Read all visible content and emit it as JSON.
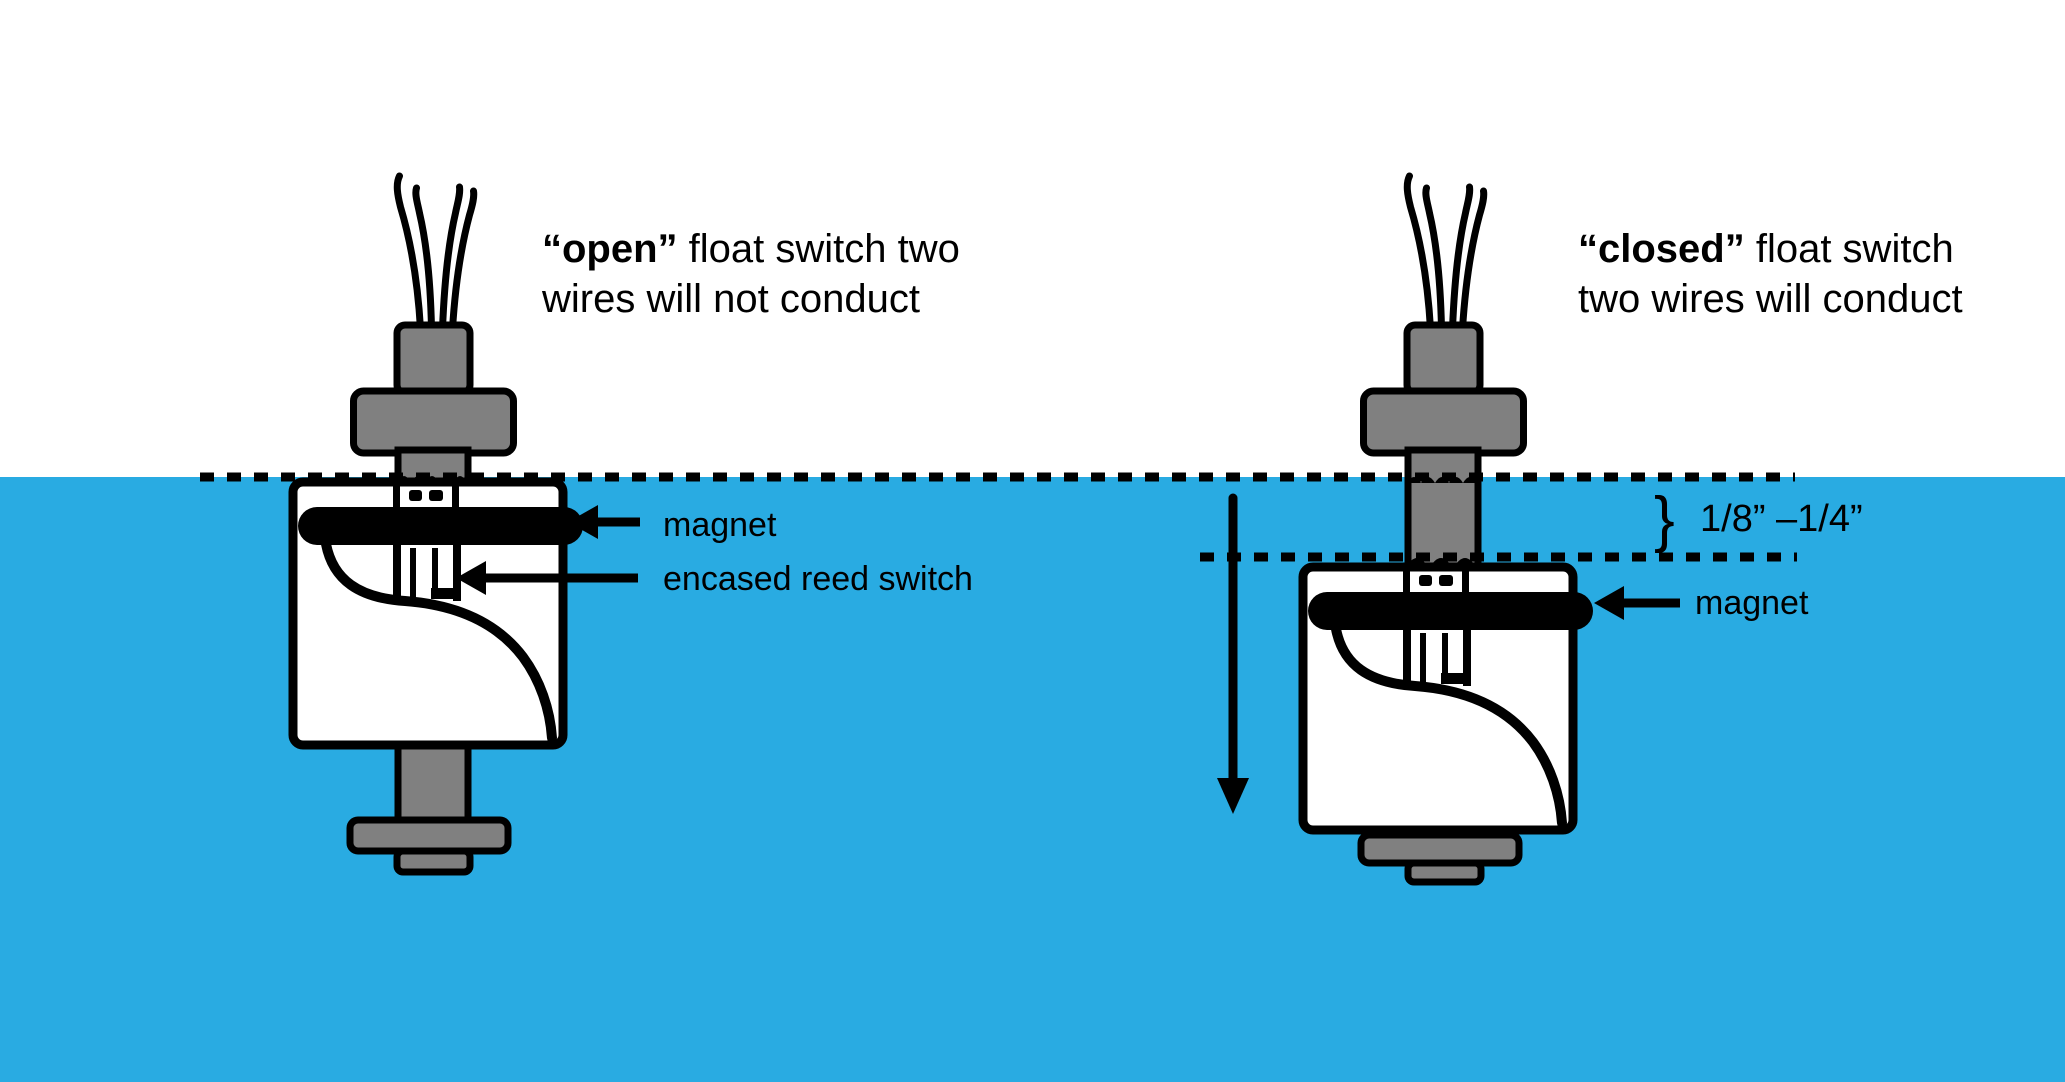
{
  "diagram": {
    "title_left": {
      "state": "“open”",
      "line1_rest": " float switch two",
      "line2": "wires will not conduct"
    },
    "title_right": {
      "state": "“closed”",
      "line1_rest": " float switch",
      "line2": "two wires will conduct"
    },
    "callouts": {
      "magnet_left": "magnet",
      "encased_reed_switch": "encased reed switch",
      "magnet_right": "magnet",
      "float_drop_range": "1/8” –1/4”",
      "brace": "}"
    },
    "colors": {
      "water": "#29ABE2",
      "metal": "#808080",
      "float_body": "#FFFFFF",
      "ink": "#000000"
    }
  }
}
